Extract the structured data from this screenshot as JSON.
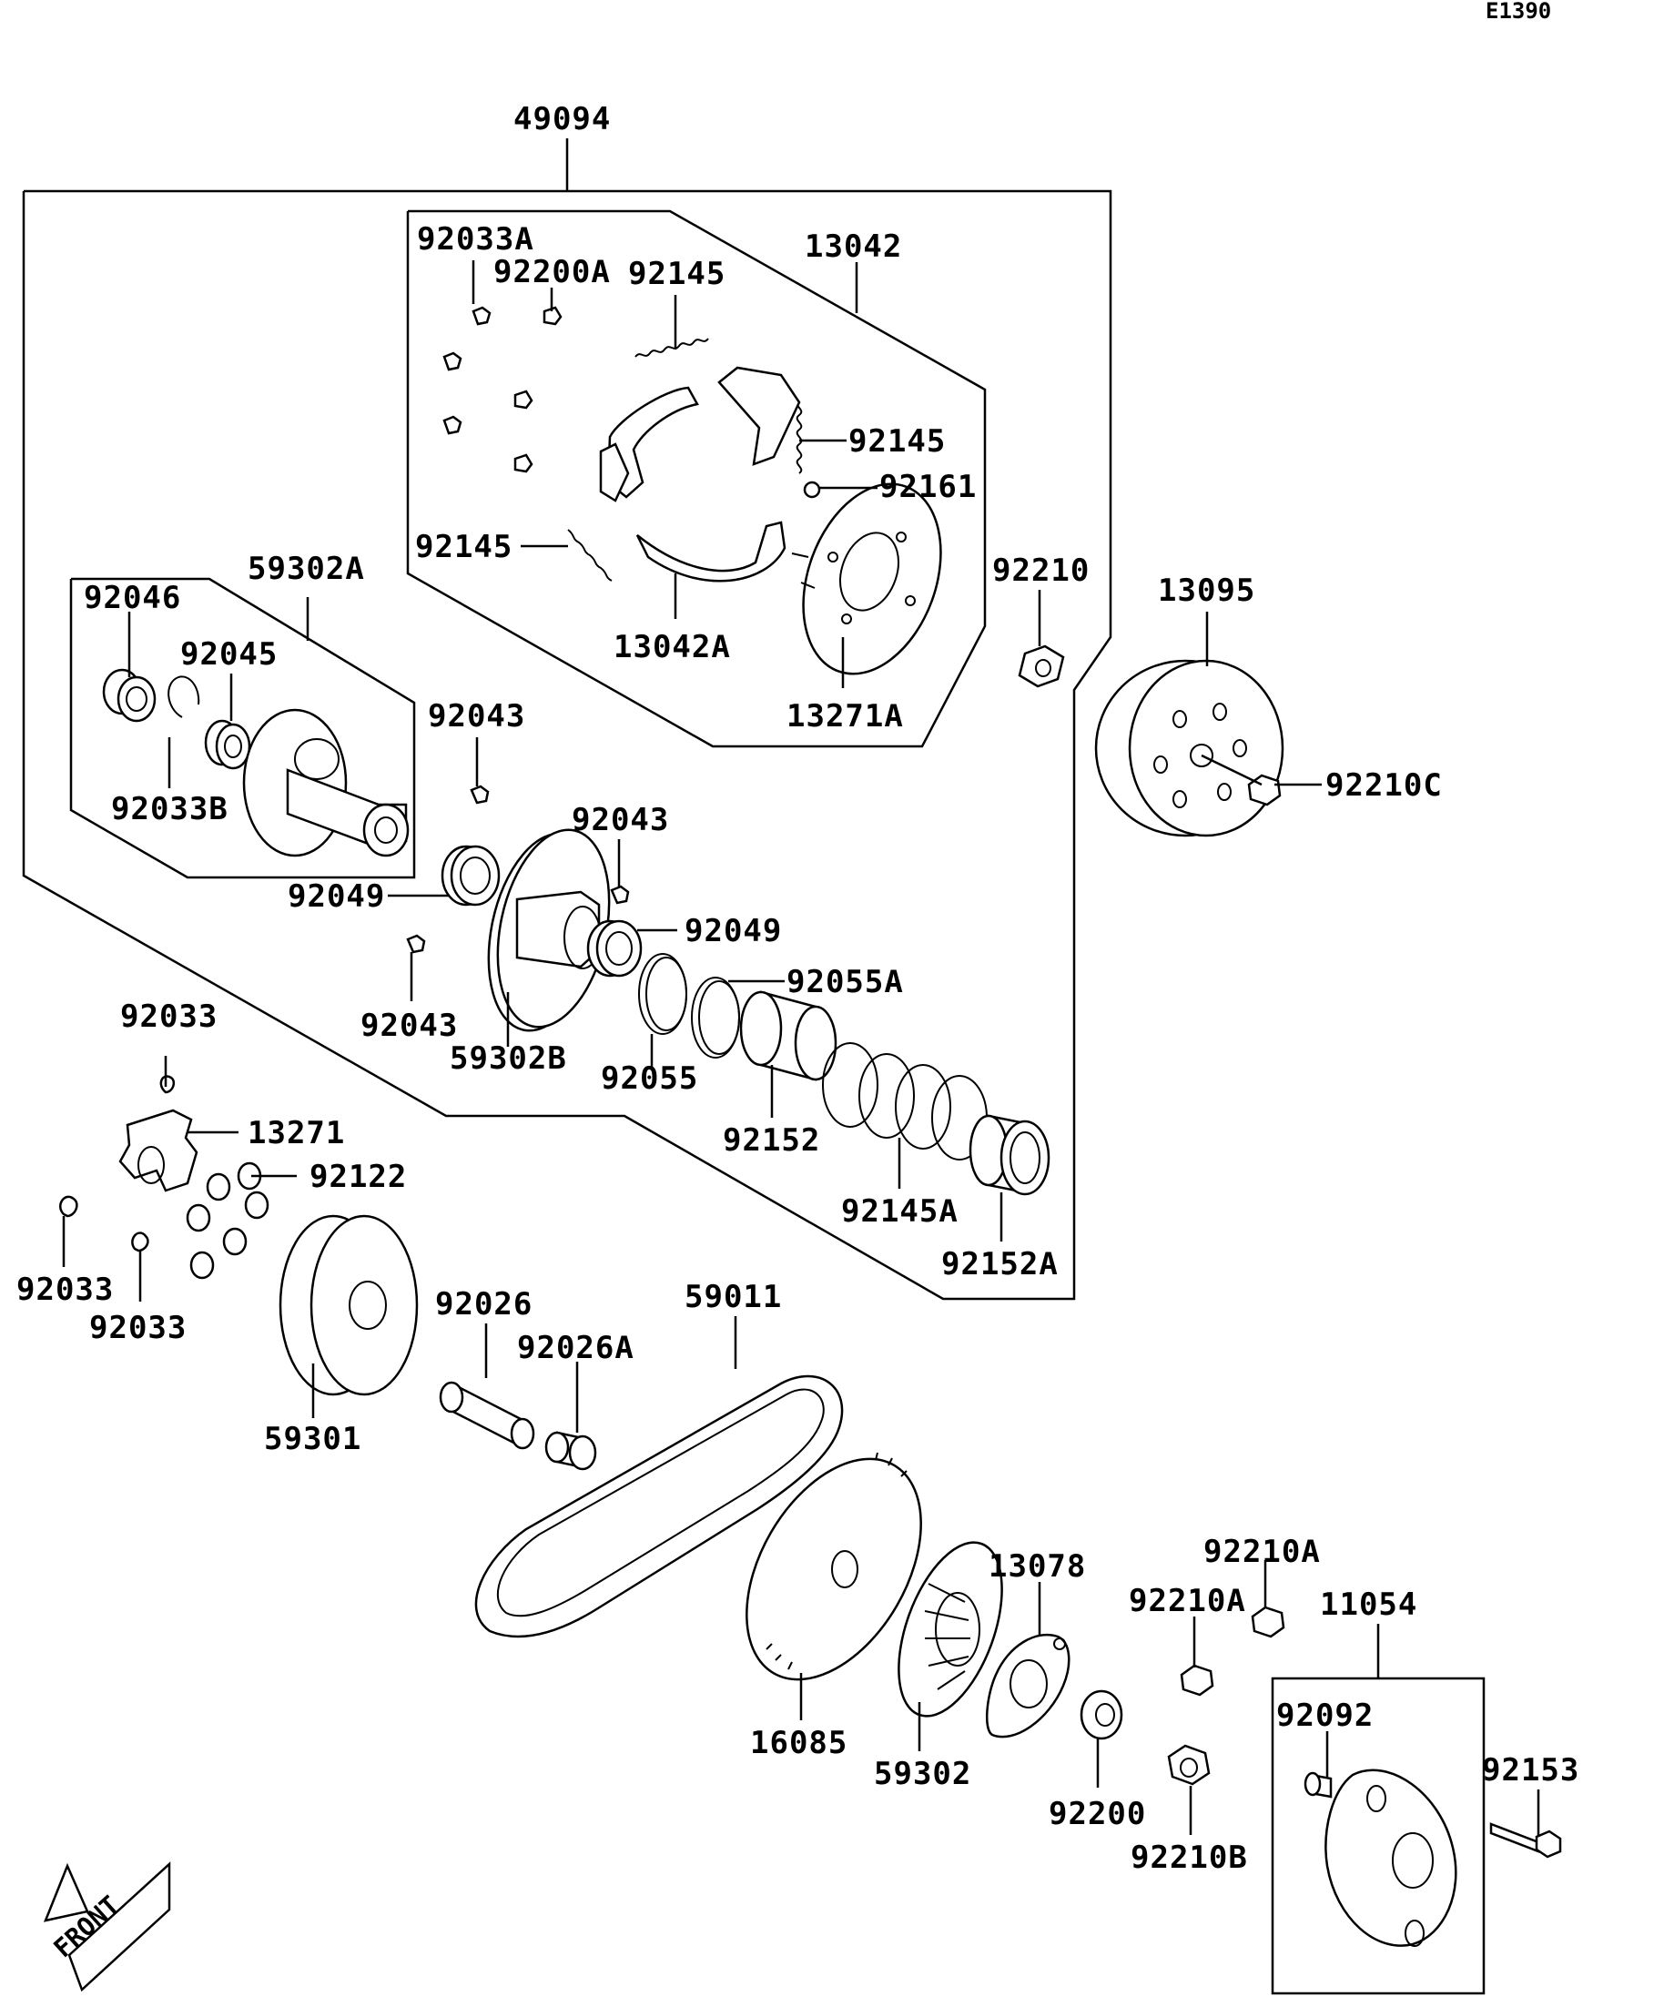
{
  "diagram_code": "E1390",
  "front_marker": "FRONT",
  "labels": {
    "l49094": "49094",
    "l92033A": "92033A",
    "l92200A": "92200A",
    "l92145_top": "92145",
    "l13042": "13042",
    "l92145_right": "92145",
    "l92161": "92161",
    "l92145_left": "92145",
    "l13042A": "13042A",
    "l13271A": "13271A",
    "l92210": "92210",
    "l13095": "13095",
    "l92210C": "92210C",
    "l59302A": "59302A",
    "l92046": "92046",
    "l92045": "92045",
    "l92033B": "92033B",
    "l92043_a": "92043",
    "l92043_b": "92043",
    "l92043_c": "92043",
    "l92049_a": "92049",
    "l92049_b": "92049",
    "l92055A": "92055A",
    "l59302B": "59302B",
    "l92055": "92055",
    "l92152": "92152",
    "l92145A": "92145A",
    "l92152A": "92152A",
    "l92033_top": "92033",
    "l13271": "13271",
    "l92122": "92122",
    "l92033_left": "92033",
    "l92033_bottom": "92033",
    "l59301": "59301",
    "l92026": "92026",
    "l92026A": "92026A",
    "l59011": "59011",
    "l16085": "16085",
    "l59302": "59302",
    "l13078": "13078",
    "l92200": "92200",
    "l92210A_a": "92210A",
    "l92210A_b": "92210A",
    "l92210B": "92210B",
    "l11054": "11054",
    "l92092": "92092",
    "l92153": "92153"
  }
}
